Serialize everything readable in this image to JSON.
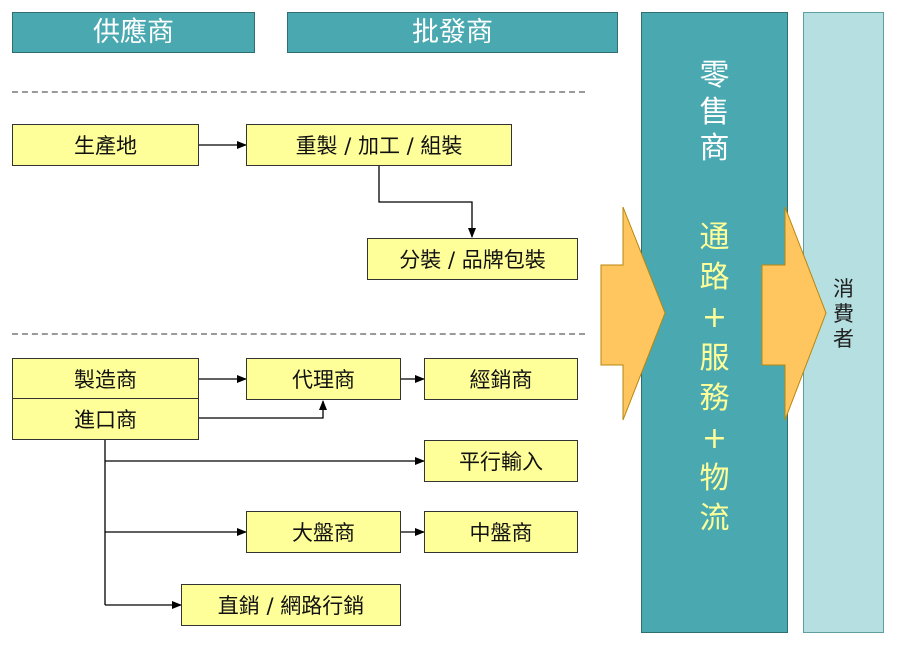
{
  "headers": {
    "supplier": "供應商",
    "wholesaler": "批發商"
  },
  "retail": {
    "title": "零\n售\n商",
    "subtitle": "通\n路\n+\n服\n務\n+\n物\n流"
  },
  "consumer": {
    "label": "消\n費\n者"
  },
  "nodes": {
    "origin": "生產地",
    "remake": "重製 / 加工 / 組裝",
    "repack": "分裝 / 品牌包裝",
    "manufacturer": "製造商",
    "importer": "進口商",
    "agent": "代理商",
    "distributor": "經銷商",
    "parallel_import": "平行輸入",
    "large_wholesaler": "大盤商",
    "mid_wholesaler": "中盤商",
    "direct_sales": "直銷 / 網路行銷"
  },
  "colors": {
    "header": "#4aa9b0",
    "retail_title": "#ffffff",
    "retail_subtitle": "#ffff99",
    "consumer": "#b5dfe0",
    "box_fill": "#ffff99",
    "arrow_fill": "#ffc660"
  }
}
